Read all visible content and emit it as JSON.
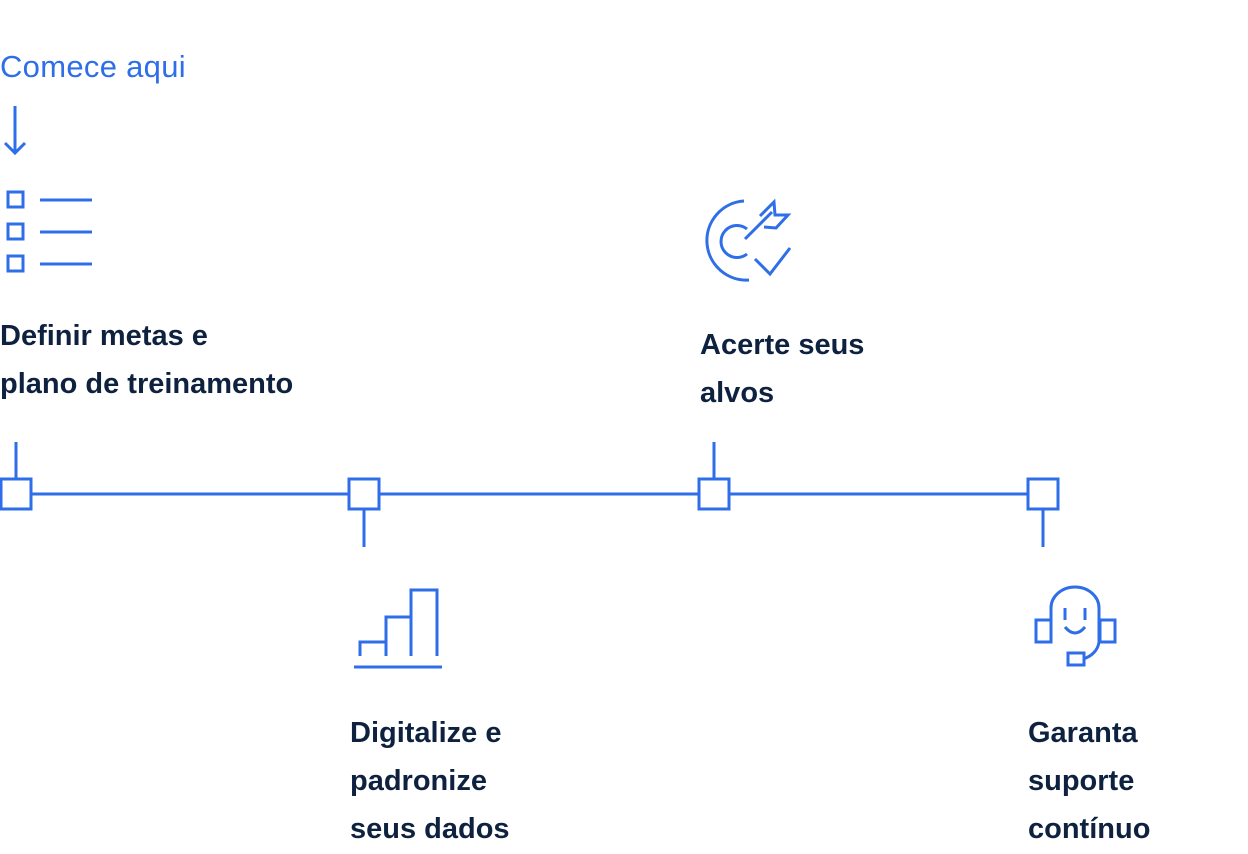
{
  "start_label": "Comece aqui",
  "steps": [
    {
      "title_lines": [
        "Definir metas e",
        "plano de treinamento"
      ],
      "icon": "checklist-icon"
    },
    {
      "title_lines": [
        "Digitalize e",
        "padronize",
        "seus dados"
      ],
      "icon": "bar-chart-icon"
    },
    {
      "title_lines": [
        "Acerte seus",
        "alvos"
      ],
      "icon": "target-arrow-icon"
    },
    {
      "title_lines": [
        "Garanta",
        "suporte",
        "contínuo"
      ],
      "icon": "headset-support-icon"
    }
  ],
  "accent_color": "#2e6ee8",
  "text_color": "#0e2240"
}
